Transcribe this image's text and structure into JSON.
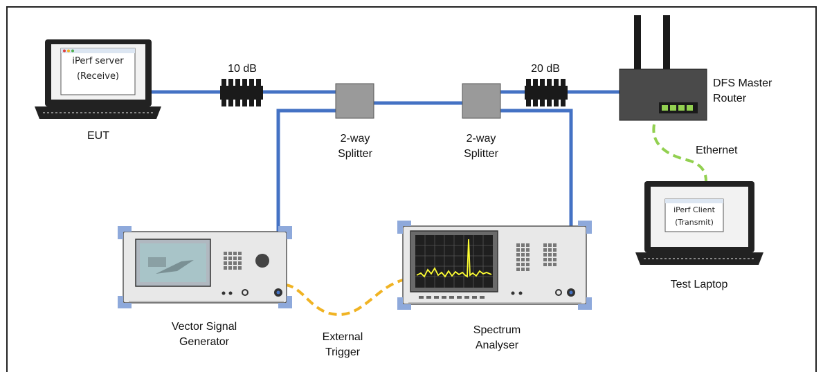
{
  "eut": {
    "screen_line1": "iPerf server",
    "screen_line2": "(Receive)",
    "label": "EUT"
  },
  "attenuator_left": {
    "label": "10 dB"
  },
  "attenuator_right": {
    "label": "20 dB"
  },
  "splitter_left": {
    "line1": "2-way",
    "line2": "Splitter"
  },
  "splitter_right": {
    "line1": "2-way",
    "line2": "Splitter"
  },
  "router": {
    "line1": "DFS Master",
    "line2": "Router"
  },
  "ethernet": {
    "label": "Ethernet"
  },
  "test_laptop": {
    "screen_line1": "iPerf Client",
    "screen_line2": "(Transmit)",
    "label": "Test Laptop"
  },
  "vsg": {
    "line1": "Vector Signal",
    "line2": "Generator"
  },
  "trigger": {
    "line1": "External",
    "line2": "Trigger"
  },
  "spectrum_analyser": {
    "line1": "Spectrum",
    "line2": "Analyser"
  },
  "colors": {
    "rf_cable": "#4472c4",
    "trigger_cable": "#f0b323",
    "ethernet_cable": "#92d050",
    "device_bg": "#d9d9d9",
    "display_bg": "#1f1f1f",
    "trace": "#ffff33",
    "bumper": "#8ea9db"
  }
}
